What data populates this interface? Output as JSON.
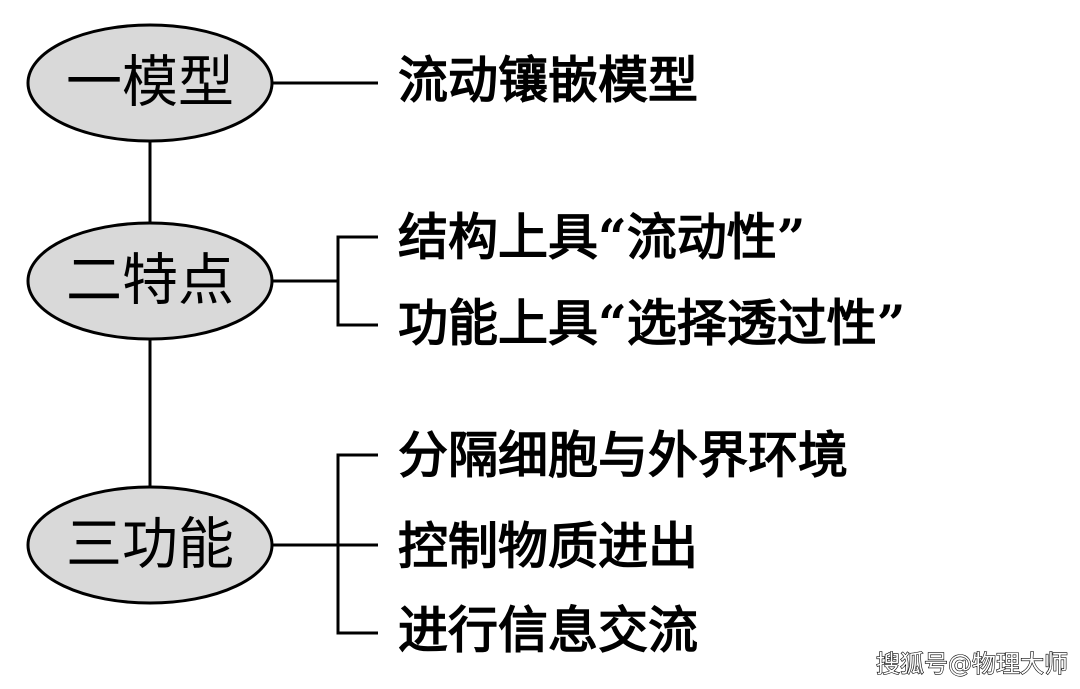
{
  "nodes": [
    {
      "label": "一模型",
      "branches": [
        "流动镶嵌模型"
      ]
    },
    {
      "label": "二特点",
      "branches": [
        "结构上具“流动性”",
        "功能上具“选择透过性”"
      ]
    },
    {
      "label": "三功能",
      "branches": [
        "分隔细胞与外界环境",
        "控制物质进出",
        "进行信息交流"
      ]
    }
  ],
  "watermark": "搜狐号@物理大师",
  "colors": {
    "node_fill": "#d9d9d9",
    "stroke": "#000000",
    "background": "#ffffff"
  }
}
